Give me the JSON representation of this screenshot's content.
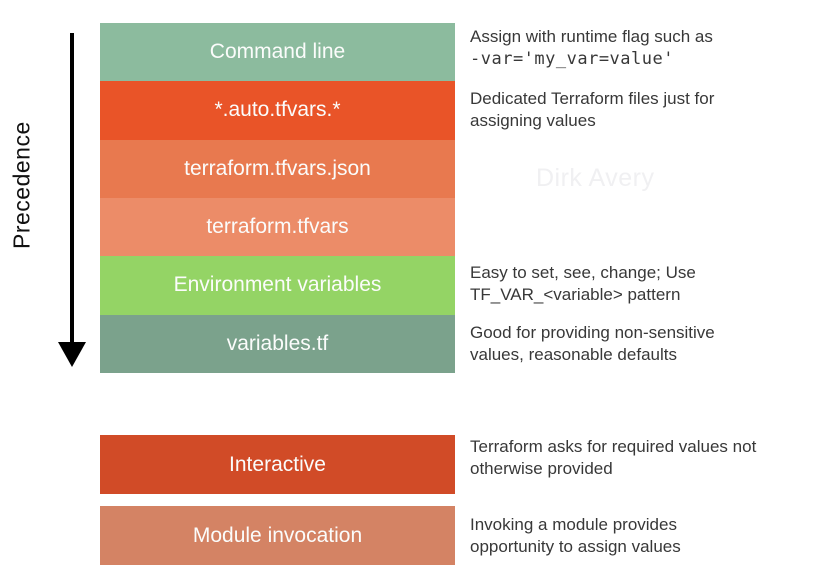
{
  "axis": {
    "label": "Precedence"
  },
  "stack_boxes": [
    {
      "label": "Command line",
      "color": "#8cbb9e"
    },
    {
      "label": "*.auto.tfvars.*",
      "color": "#e95428"
    },
    {
      "label": "terraform.tfvars.json",
      "color": "#e8794f"
    },
    {
      "label": "terraform.tfvars",
      "color": "#ec8c68"
    },
    {
      "label": "Environment variables",
      "color": "#94d465"
    },
    {
      "label": "variables.tf",
      "color": "#7ba28c"
    }
  ],
  "bottom_boxes": [
    {
      "label": "Interactive",
      "color": "#d14b27"
    },
    {
      "label": "Module invocation",
      "color": "#d48364"
    }
  ],
  "annotations": {
    "command_line": {
      "lines": [
        "Assign with runtime flag such as"
      ],
      "code": "-var='my_var=value'"
    },
    "auto_tfvars": {
      "lines": [
        "Dedicated Terraform files just for",
        "assigning values"
      ]
    },
    "env_vars": {
      "lines": [
        "Easy to set, see, change; Use",
        "TF_VAR_<variable> pattern"
      ]
    },
    "variables_tf": {
      "lines": [
        "Good for providing non-sensitive",
        "values, reasonable defaults"
      ]
    },
    "interactive": {
      "lines": [
        "Terraform asks for required values not",
        "otherwise provided"
      ]
    },
    "module_invocation": {
      "lines": [
        "Invoking a module provides",
        "opportunity to assign values"
      ]
    }
  },
  "watermark": "Dirk Avery"
}
